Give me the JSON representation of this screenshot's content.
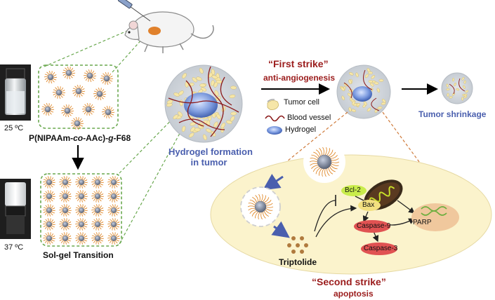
{
  "left_panel": {
    "temp_low": "25 ºC",
    "temp_high": "37 ºC",
    "polymer_name_parts": [
      "P(NIPAAm-",
      "co",
      "-AAc)-",
      "g",
      "-F68"
    ],
    "transition_label": "Sol-gel Transition"
  },
  "tumor": {
    "formation_line1": "Hydrogel formation",
    "formation_line2": "in tumor",
    "shrinkage_label": "Tumor shrinkage"
  },
  "first_strike": {
    "title": "“First strike”",
    "subtitle": "anti-angiogenesis"
  },
  "legend": {
    "tumor_cell": "Tumor cell",
    "blood_vessel": "Blood vessel",
    "hydrogel": "Hydrogel"
  },
  "pathway": {
    "bcl2": "Bcl-2",
    "bax": "Bax",
    "caspase9": "Caspase-9",
    "caspase3": "Caspase-3",
    "parp": "PARP",
    "drug": "Triptolide"
  },
  "second_strike": {
    "title": "“Second strike”",
    "subtitle": "apoptosis"
  },
  "colors": {
    "strike_red": "#9b1c1c",
    "label_blue": "#4a5fae",
    "dashed_green": "#6aa84f",
    "cell_yellow": "#f6e6a8",
    "vessel_red": "#8b1a1a",
    "hydrogel_blue": "#6f8fd9",
    "panel_yellow": "#fbf3cc"
  }
}
